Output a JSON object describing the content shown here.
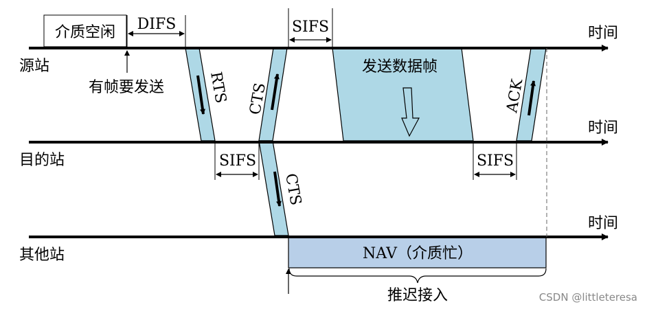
{
  "stations": {
    "source": "源站",
    "destination": "目的站",
    "other": "其他站"
  },
  "time_label": "时间",
  "labels": {
    "medium_idle": "介质空闲",
    "difs": "DIFS",
    "sifs": "SIFS",
    "has_frame": "有帧要发送",
    "rts": "RTS",
    "cts": "CTS",
    "data_frame": "发送数据帧",
    "ack": "ACK",
    "nav": "NAV（介质忙）",
    "defer_access": "推迟接入"
  },
  "watermark": "CSDN @littleteresa",
  "colors": {
    "frame_fill": "#aed8e6",
    "nav_fill": "#b8cfe8",
    "line": "#000000"
  }
}
